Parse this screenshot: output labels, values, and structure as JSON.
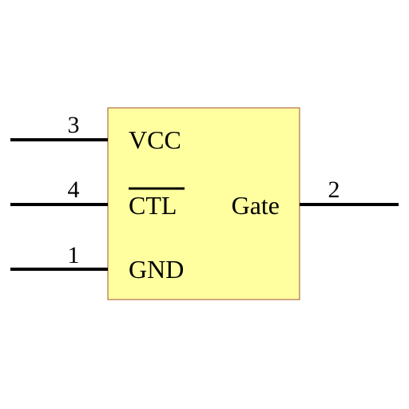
{
  "component": {
    "body_fill": "#ffffa0",
    "body_stroke": "#a0522d",
    "pins": [
      {
        "number": "3",
        "label": "VCC",
        "side": "left",
        "active_low": false
      },
      {
        "number": "4",
        "label": "CTL",
        "side": "left",
        "active_low": true
      },
      {
        "number": "1",
        "label": "GND",
        "side": "left",
        "active_low": false
      },
      {
        "number": "2",
        "label": "Gate",
        "side": "right",
        "active_low": false
      }
    ]
  }
}
